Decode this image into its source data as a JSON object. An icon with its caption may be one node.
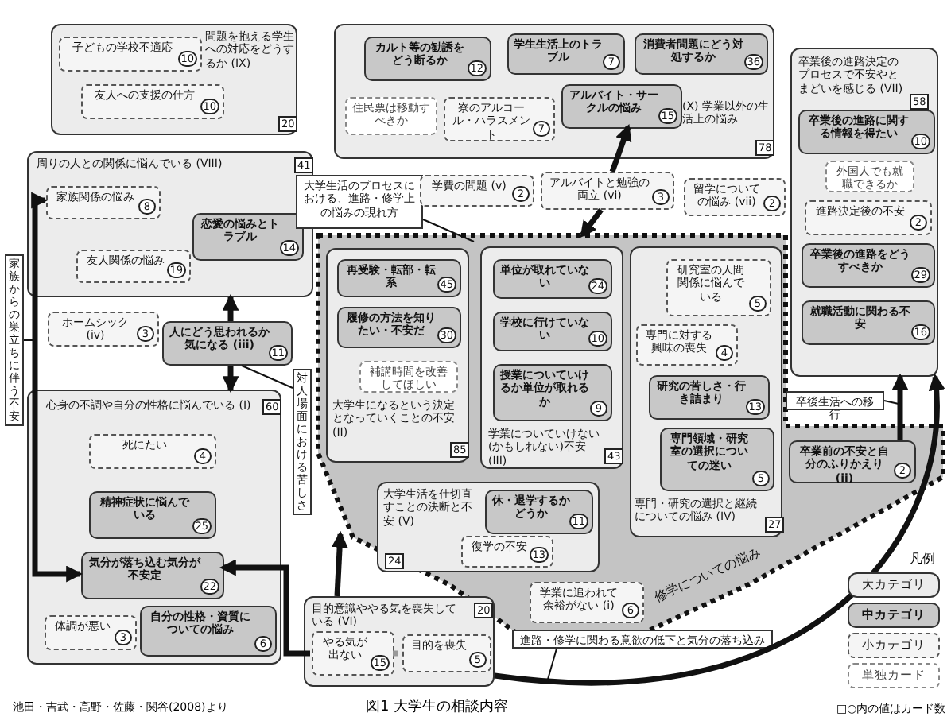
{
  "diagram": {
    "caption": "図1 大学生の相談内容",
    "nodes": [
      {
        "text": [
          "問題を抱える学生への対応をどうするか (IX)",
          "20"
        ]
      },
      {
        "text": [
          "子どもの学校不適応",
          "10"
        ],
        "in": 0
      },
      {
        "text": [
          "友人への支援の仕方",
          "10"
        ],
        "in": 0
      },
      {
        "text": [
          "(X) 学業以外の生活上の悩み",
          "78"
        ]
      },
      {
        "text": [
          "カルト等の勧誘をどう断るか",
          "12"
        ],
        "in": 3
      },
      {
        "text": [
          "学生生活上のトラブル",
          "7"
        ],
        "in": 3
      },
      {
        "text": [
          "消費者問題にどう対処するか",
          "36"
        ],
        "in": 3
      },
      {
        "text": [
          "住民票は移動すべきか"
        ],
        "in": 3
      },
      {
        "text": [
          "寮のアルコール・ハラスメント",
          "7"
        ],
        "in": 3
      },
      {
        "text": [
          "アルバイト・サークルの悩み",
          "15"
        ],
        "in": 3
      },
      {
        "text": [
          "卒業後の進路決定のプロセスで不安やとまどいを感じる (VII)",
          "58"
        ]
      },
      {
        "text": [
          "卒業後の進路に関する情報を得たい",
          "10"
        ],
        "in": 10
      },
      {
        "text": [
          "外国人でも就職できるか"
        ],
        "in": 10
      },
      {
        "text": [
          "進路決定後の不安",
          "2"
        ],
        "in": 10
      },
      {
        "text": [
          "卒業後の進路をどうすべきか",
          "29"
        ],
        "in": 10
      },
      {
        "text": [
          "就職活動に関わる不安",
          "16"
        ],
        "in": 10
      },
      {
        "text": [
          "周りの人との関係に悩んでいる (VIII)",
          "41"
        ]
      },
      {
        "text": [
          "家族関係の悩み",
          "8"
        ],
        "in": 16
      },
      {
        "text": [
          "恋愛の悩みとトラブル",
          "14"
        ],
        "in": 16
      },
      {
        "text": [
          "友人関係の悩み",
          "19"
        ],
        "in": 16
      },
      {
        "text": [
          "大学生活のプロセスにおける、進路・修学上の悩みの現れ方"
        ]
      },
      {
        "text": [
          "学費の問題 (v)",
          "2"
        ]
      },
      {
        "text": [
          "アルバイトと勉強の両立 (vi)",
          "3"
        ]
      },
      {
        "text": [
          "留学についての悩み (vii)",
          "2"
        ]
      },
      {
        "text": [
          "家族からの巣立ちに伴う不安"
        ]
      },
      {
        "text": [
          "ホームシック (iv)",
          "3"
        ]
      },
      {
        "text": [
          "人にどう思われるか気になる (iii)",
          "11"
        ]
      },
      {
        "text": [
          "対人場面における苦しさ"
        ]
      },
      {
        "text": [
          "修学についての悩み"
        ]
      },
      {
        "text": [
          "大学生になるという決定となっていくことの不安 (II)",
          "85"
        ],
        "in": 28
      },
      {
        "text": [
          "再受験・転部・転系",
          "45"
        ],
        "in": 29
      },
      {
        "text": [
          "履修の方法を知りたい・不安だ",
          "30"
        ],
        "in": 29
      },
      {
        "text": [
          "補講時間を改善してほしい"
        ],
        "in": 29
      },
      {
        "text": [
          "学業についていけない(かもしれない)不安 (III)",
          "43"
        ],
        "in": 28
      },
      {
        "text": [
          "単位が取れていない",
          "24"
        ],
        "in": 33
      },
      {
        "text": [
          "学校に行けていない",
          "10"
        ],
        "in": 33
      },
      {
        "text": [
          "授業についていけるか単位が取れるか",
          "9"
        ],
        "in": 33
      },
      {
        "text": [
          "専門・研究の選択と継続についての悩み (IV)",
          "27"
        ],
        "in": 28
      },
      {
        "text": [
          "研究室の人間関係に悩んでいる",
          "5"
        ],
        "in": 37
      },
      {
        "text": [
          "専門に対する興味の喪失",
          "4"
        ],
        "in": 37
      },
      {
        "text": [
          "研究の苦しさ・行き詰まり",
          "13"
        ],
        "in": 37
      },
      {
        "text": [
          "専門領域・研究室の選択についての迷い",
          "5"
        ],
        "in": 37
      },
      {
        "text": [
          "大学生活を仕切直すことの決断と不安 (V)",
          "24"
        ],
        "in": 28
      },
      {
        "text": [
          "休・退学するかどうか",
          "11"
        ],
        "in": 42
      },
      {
        "text": [
          "復学の不安",
          "13"
        ],
        "in": 42
      },
      {
        "text": [
          "学業に追われて余裕がない (i)",
          "6"
        ],
        "in": 28
      },
      {
        "text": [
          "心身の不調や自分の性格に悩んでいる (I)",
          "60"
        ]
      },
      {
        "text": [
          "死にたい",
          "4"
        ],
        "in": 46
      },
      {
        "text": [
          "精神症状に悩んでいる",
          "25"
        ],
        "in": 46
      },
      {
        "text": [
          "気分が落ち込む気分が不安定",
          "22"
        ],
        "in": 46
      },
      {
        "text": [
          "体調が悪い",
          "3"
        ],
        "in": 46
      },
      {
        "text": [
          "自分の性格・資質についての悩み",
          "6"
        ],
        "in": 46
      },
      {
        "text": [
          "卒後生活への移行"
        ]
      },
      {
        "text": [
          "卒業前の不安と自分のふりかえり (ii)",
          "2"
        ],
        "in": 28
      },
      {
        "text": [
          "目的意識ややる気を喪失している (VI)",
          "20"
        ]
      },
      {
        "text": [
          "やる気が出ない",
          "15"
        ],
        "in": 54
      },
      {
        "text": [
          "目的を喪失",
          "5"
        ],
        "in": 54
      },
      {
        "text": [
          "進路・修学に関わる意欲の低下と気分の落ち込み"
        ]
      }
    ],
    "edges": [
      {
        "from": 49,
        "to": 17,
        "arrow": "both"
      },
      {
        "from": 26,
        "to": 16,
        "arrow": "to"
      },
      {
        "from": 26,
        "to": 46,
        "arrow": "to"
      },
      {
        "from": 22,
        "to": 9,
        "arrow": "to"
      },
      {
        "from": 22,
        "to": 28,
        "arrow": "to"
      },
      {
        "from": 53,
        "to": 10,
        "arrow": "to"
      },
      {
        "from": 54,
        "to": 10,
        "arrow": "to"
      },
      {
        "from": 55,
        "to": 49,
        "arrow": "to"
      },
      {
        "from": 54,
        "to": 28,
        "arrow": "to"
      },
      {
        "from": 55,
        "to": 56,
        "arrow": "none",
        "style": "dashed",
        "color": "#999999"
      },
      {
        "from": 20,
        "to": 28,
        "arrow": "none"
      },
      {
        "from": 24,
        "to": null,
        "arrow": "none"
      },
      {
        "from": 27,
        "to": 26,
        "arrow": "none"
      },
      {
        "from": 52,
        "to": null,
        "arrow": "none"
      },
      {
        "from": 57,
        "to": null,
        "arrow": "none"
      }
    ],
    "labels": [
      "凡例",
      "□○内の値はカード数",
      "池田・吉武・高野・佐藤・関谷(2008)より"
    ],
    "legend": [
      {
        "text": "大カテゴリ"
      },
      {
        "text": "中カテゴリ"
      },
      {
        "text": "小カテゴリ"
      },
      {
        "text": "単独カード"
      }
    ]
  }
}
